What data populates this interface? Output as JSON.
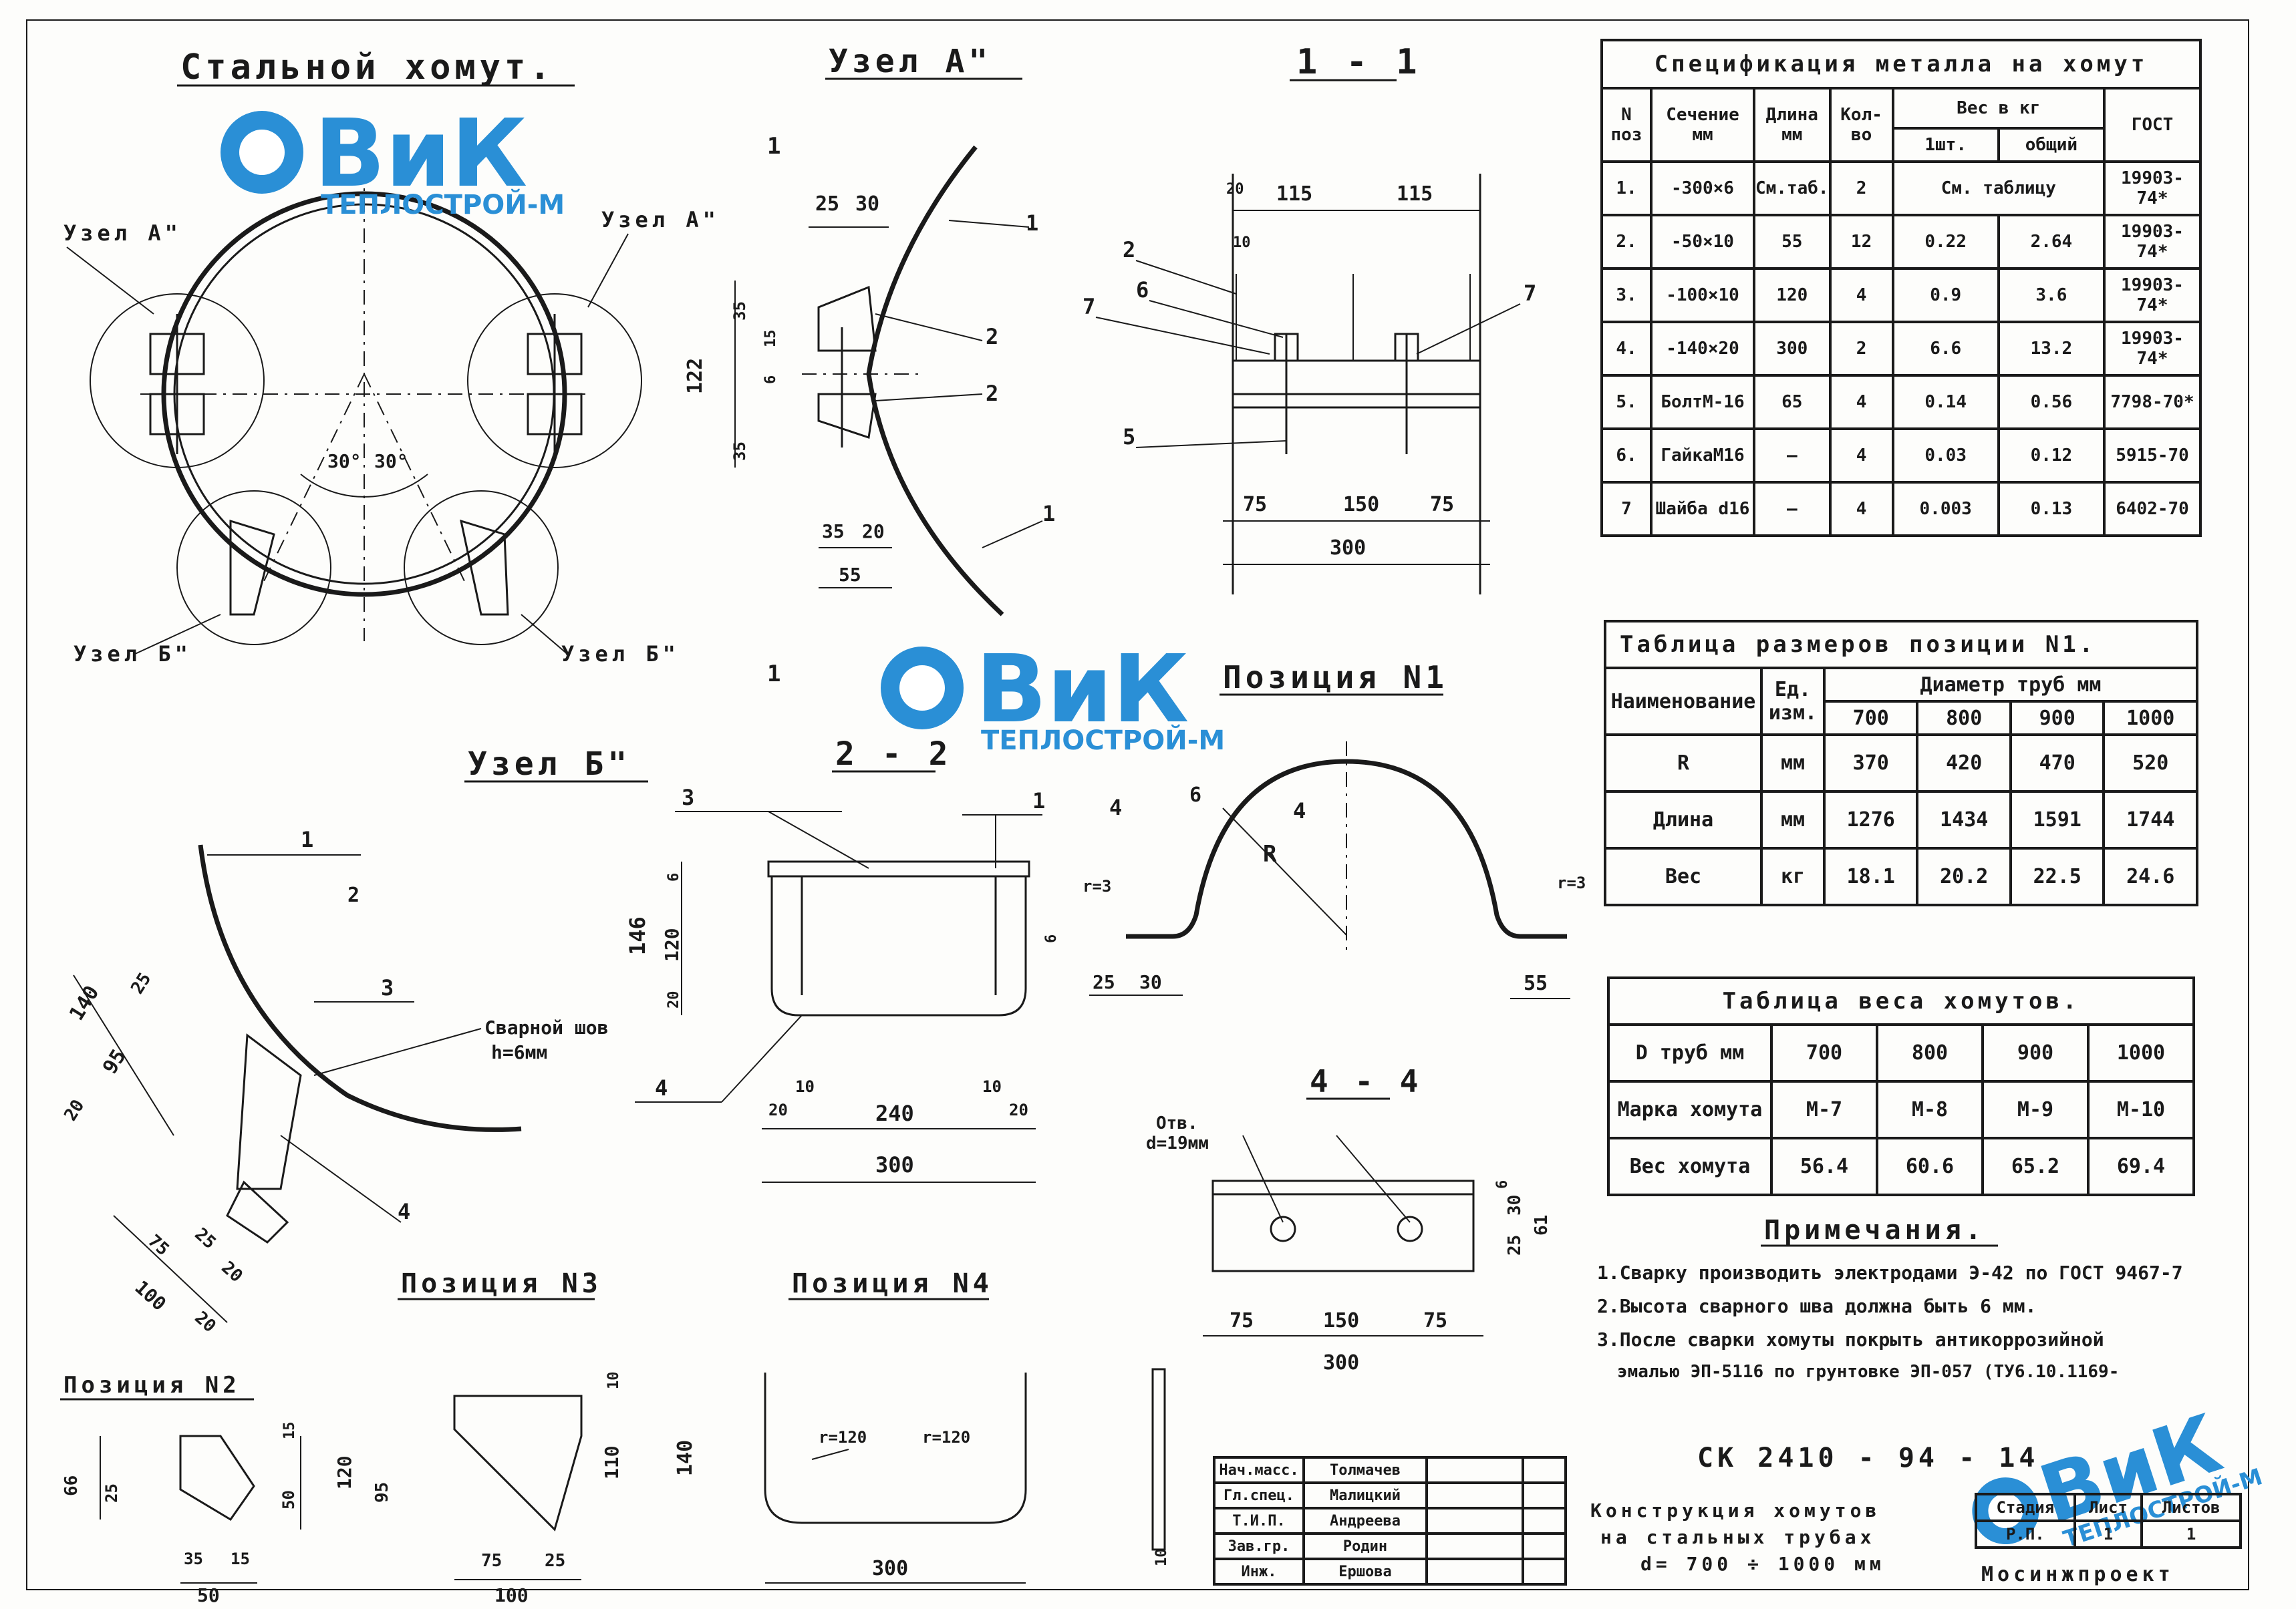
{
  "titles": {
    "main": "Стальной хомут.",
    "node_a": "Узел А\"",
    "section_11": "1 - 1",
    "position_1": "Позиция N1",
    "node_b": "Узел Б\"",
    "section_22": "2 - 2",
    "section_44": "4 - 4",
    "position_2": "Позиция N2",
    "position_3": "Позиция N3",
    "position_4": "Позиция N4"
  },
  "callouts": {
    "node_a_left": "Узел А\"",
    "node_a_right": "Узел А\"",
    "node_b_left": "Узел Б\"",
    "node_b_right": "Узел Б\"",
    "angle_left": "30°",
    "angle_right": "30°",
    "weld_label": "Сварной шов",
    "weld_h": "h=6мм",
    "hole_label": "Отв.",
    "hole_d": "d=19мм"
  },
  "logo": {
    "word": "ВиК",
    "sub": "ТЕПЛОСТРОЙ-М",
    "color": "#2a8fd6"
  },
  "dims": {
    "a_25": "25",
    "a_30": "30",
    "a_122": "122",
    "a_35": "35",
    "a_15": "15",
    "a_6": "6",
    "a_35b": "35",
    "a_20": "20",
    "a_55": "55",
    "s11_115a": "115",
    "s11_115b": "115",
    "s11_75a": "75",
    "s11_150": "150",
    "s11_75b": "75",
    "s11_300": "300",
    "s11_20": "20",
    "s11_10": "10",
    "b_140": "140",
    "b_25": "25",
    "b_95": "95",
    "b_20": "20",
    "b_75": "75",
    "b_25b": "25",
    "b_20b": "20",
    "b_100": "100",
    "b_20c": "20",
    "s22_146": "146",
    "s22_120": "120",
    "s22_6": "6",
    "s22_10": "10",
    "s22_20": "20",
    "s22_240": "240",
    "s22_10b": "10",
    "s22_20b": "20",
    "s22_300": "300",
    "p1_R": "R",
    "p1_r3a": "r=3",
    "p1_r3b": "r=3",
    "p1_25": "25",
    "p1_30": "30",
    "p1_55": "55",
    "p1_6": "6",
    "s44_75a": "75",
    "s44_150": "150",
    "s44_75b": "75",
    "s44_300": "300",
    "s44_25": "25",
    "s44_30": "30",
    "s44_61": "61",
    "s44_6": "6",
    "p2_66": "66",
    "p2_25": "25",
    "p2_35": "35",
    "p2_15": "15",
    "p2_50": "50",
    "p3_15": "15",
    "p3_50": "50",
    "p3_120": "120",
    "p3_95": "95",
    "p3_75": "75",
    "p3_25": "25",
    "p3_100": "100",
    "p4_10": "10",
    "p4_110": "110",
    "p4_140": "140",
    "p4_r120a": "r=120",
    "p4_r120b": "r=120",
    "p4_300": "300",
    "p4_10b": "10"
  },
  "markers": {
    "m1": "1",
    "m2": "2",
    "m3": "3",
    "m4": "4",
    "m5": "5",
    "m6": "6",
    "m7": "7"
  },
  "spec_table": {
    "title": "Спецификация металла на хомут",
    "headers": {
      "pos": "N поз",
      "section": "Сечение мм",
      "length": "Длина мм",
      "qty": "Кол-во",
      "weight": "Вес в кг",
      "w_one": "1шт.",
      "w_total": "общий",
      "gost": "ГОСТ"
    },
    "rows": [
      {
        "pos": "1.",
        "section": "-300×6",
        "length": "См.таб.",
        "qty": "2",
        "w_one": "См. таблицу",
        "w_total": "",
        "gost": "19903-74*"
      },
      {
        "pos": "2.",
        "section": "-50×10",
        "length": "55",
        "qty": "12",
        "w_one": "0.22",
        "w_total": "2.64",
        "gost": "19903-74*"
      },
      {
        "pos": "3.",
        "section": "-100×10",
        "length": "120",
        "qty": "4",
        "w_one": "0.9",
        "w_total": "3.6",
        "gost": "19903-74*"
      },
      {
        "pos": "4.",
        "section": "-140×20",
        "length": "300",
        "qty": "2",
        "w_one": "6.6",
        "w_total": "13.2",
        "gost": "19903-74*"
      },
      {
        "pos": "5.",
        "section": "БолтМ-16",
        "length": "65",
        "qty": "4",
        "w_one": "0.14",
        "w_total": "0.56",
        "gost": "7798-70*"
      },
      {
        "pos": "6.",
        "section": "ГайкаМ16",
        "length": "—",
        "qty": "4",
        "w_one": "0.03",
        "w_total": "0.12",
        "gost": "5915-70"
      },
      {
        "pos": "7",
        "section": "Шайба d16",
        "length": "—",
        "qty": "4",
        "w_one": "0.003",
        "w_total": "0.13",
        "gost": "6402-70"
      }
    ]
  },
  "dims_table": {
    "title": "Таблица размеров позиции N1.",
    "h_name": "Наименование",
    "h_unit": "Ед. изм.",
    "h_diam": "Диаметр труб мм",
    "diams": [
      "700",
      "800",
      "900",
      "1000"
    ],
    "rows": [
      {
        "name": "R",
        "unit": "мм",
        "vals": [
          "370",
          "420",
          "470",
          "520"
        ]
      },
      {
        "name": "Длина",
        "unit": "мм",
        "vals": [
          "1276",
          "1434",
          "1591",
          "1744"
        ]
      },
      {
        "name": "Вес",
        "unit": "кг",
        "vals": [
          "18.1",
          "20.2",
          "22.5",
          "24.6"
        ]
      }
    ]
  },
  "weight_table": {
    "title": "Таблица веса хомутов.",
    "rows": [
      {
        "label": "D труб мм",
        "vals": [
          "700",
          "800",
          "900",
          "1000"
        ]
      },
      {
        "label": "Марка хомута",
        "vals": [
          "М-7",
          "М-8",
          "М-9",
          "М-10"
        ]
      },
      {
        "label": "Вес хомута",
        "vals": [
          "56.4",
          "60.6",
          "65.2",
          "69.4"
        ]
      }
    ]
  },
  "notes": {
    "title": "Примечания.",
    "items": [
      "1.Сварку производить электродами Э-42 по ГОСТ 9467-7",
      "2.Высота сварного шва должна быть 6 мм.",
      "3.После сварки хомуты покрыть антикоррозийной",
      "эмалью ЭП-5116 по грунтовке ЭП-057 (ТУ6.10.1169-"
    ]
  },
  "title_block": {
    "code": "СК 2410 - 94 - 14",
    "description": [
      "Конструкция хомутов",
      "на стальных трубах",
      "d= 700 ÷ 1000 мм"
    ],
    "roles": [
      "Нач.масс.",
      "Гл.спец.",
      "Т.И.П.",
      "Зав.гр.",
      "Инж."
    ],
    "names": [
      "Толмачев",
      "Малицкий",
      "Андреева",
      "Родин",
      "Ершова"
    ],
    "h_stage": "Стадия",
    "h_sheet": "Лист",
    "h_sheets": "Листов",
    "stage": "Р.П.",
    "sheet": "1",
    "sheets": "1",
    "org": "Мосинжпроект"
  }
}
